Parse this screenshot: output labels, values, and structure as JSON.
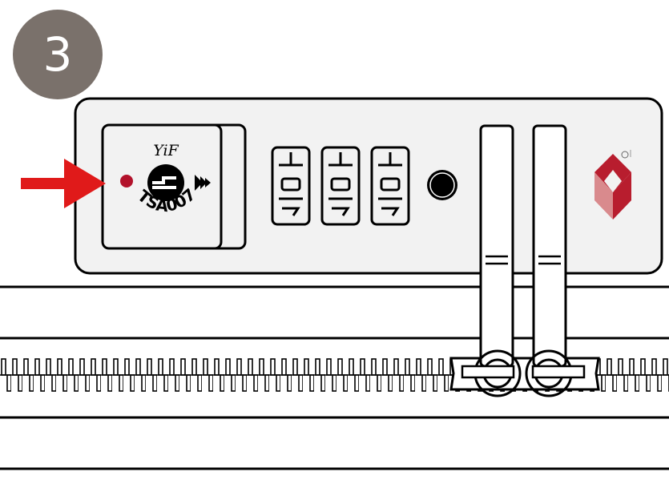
{
  "step": {
    "number": "3"
  },
  "lock": {
    "brand": "YiF",
    "model": "TSA007",
    "dials": [
      "0",
      "0",
      "0"
    ]
  },
  "colors": {
    "badge": "#7a716b",
    "arrow": "#e01a1a",
    "indicator_dot": "#b2122b",
    "panel": "#f2f2f2",
    "logo_dark": "#b81d2e",
    "logo_light": "#d98a8d"
  },
  "icons": [
    "arrow-right-icon",
    "tsa-key-icon",
    "brand-logo-icon"
  ]
}
